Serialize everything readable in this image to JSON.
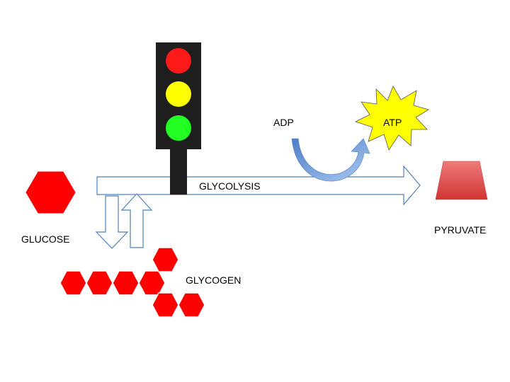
{
  "labels": {
    "glucose": "GLUCOSE",
    "glycogen": "GLYCOGEN",
    "glycolysis": "GLYCOLYSIS",
    "adp": "ADP",
    "atp": "ATP",
    "pyruvate": "PYRUVATE"
  },
  "colors": {
    "hexagon_fill": "#ff0000",
    "light_red": "#ff1a1a",
    "light_yellow": "#ffff00",
    "light_green": "#22ff22",
    "traffic_light_body": "#1e1e1e",
    "starburst_fill": "#ffff00",
    "pyruvate_fill": "#e04848",
    "curved_arrow": "#5b8fd6",
    "outline_arrow_stroke": "#4f81bd"
  },
  "icons": {
    "traffic_light": "traffic-light-icon",
    "glucose": "hexagon-icon",
    "glycogen": "hexagon-chain-icon",
    "atp": "starburst-icon",
    "pyruvate": "trapezoid-icon"
  }
}
